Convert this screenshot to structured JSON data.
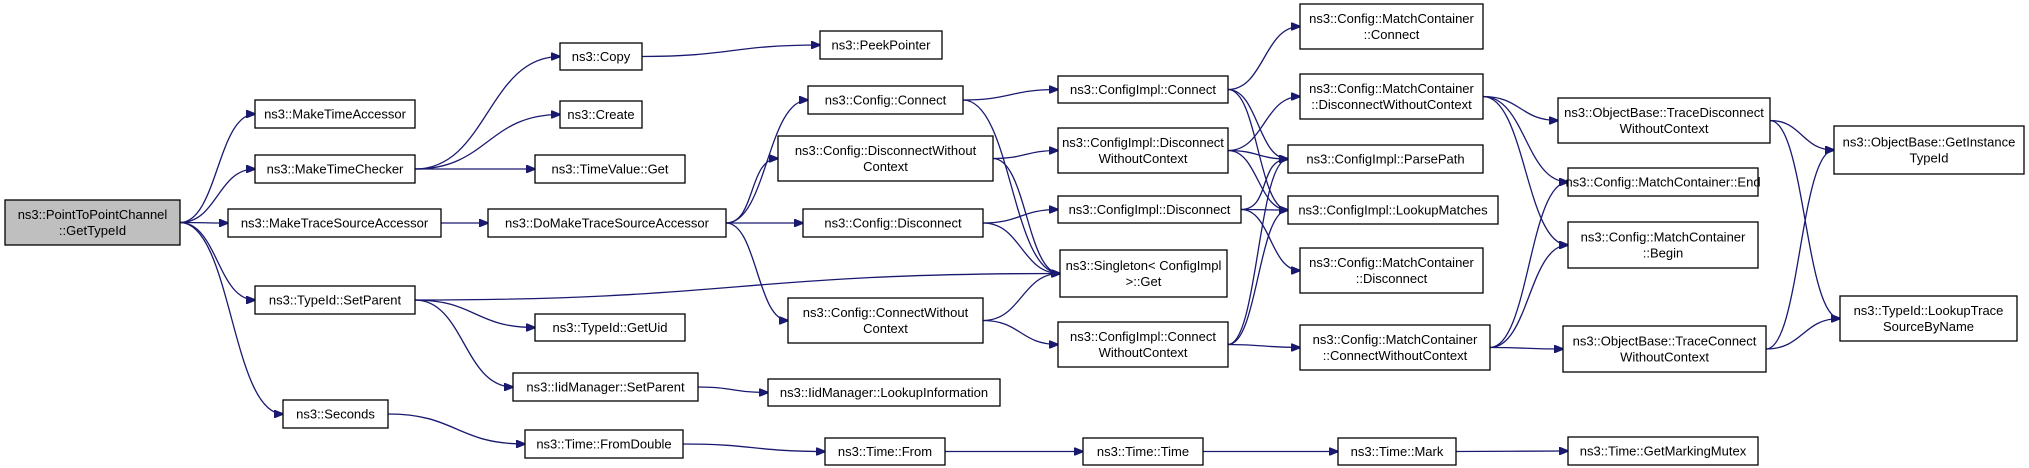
{
  "diagram": {
    "nodes": [
      {
        "id": "root",
        "lines": [
          "ns3::PointToPointChannel",
          "::GetTypeId"
        ],
        "current": true
      },
      {
        "id": "mta",
        "lines": [
          "ns3::MakeTimeAccessor"
        ]
      },
      {
        "id": "mtc",
        "lines": [
          "ns3::MakeTimeChecker"
        ]
      },
      {
        "id": "mtsa",
        "lines": [
          "ns3::MakeTraceSourceAccessor"
        ]
      },
      {
        "id": "tsp",
        "lines": [
          "ns3::TypeId::SetParent"
        ]
      },
      {
        "id": "sec",
        "lines": [
          "ns3::Seconds"
        ]
      },
      {
        "id": "copy",
        "lines": [
          "ns3::Copy"
        ]
      },
      {
        "id": "create",
        "lines": [
          "ns3::Create"
        ]
      },
      {
        "id": "tvget",
        "lines": [
          "ns3::TimeValue::Get"
        ]
      },
      {
        "id": "domtsa",
        "lines": [
          "ns3::DoMakeTraceSourceAccessor"
        ]
      },
      {
        "id": "getuid",
        "lines": [
          "ns3::TypeId::GetUid"
        ]
      },
      {
        "id": "iidsp",
        "lines": [
          "ns3::IidManager::SetParent"
        ]
      },
      {
        "id": "fromdouble",
        "lines": [
          "ns3::Time::FromDouble"
        ]
      },
      {
        "id": "peek",
        "lines": [
          "ns3::PeekPointer"
        ]
      },
      {
        "id": "cconnect",
        "lines": [
          "ns3::Config::Connect"
        ]
      },
      {
        "id": "cdwc",
        "lines": [
          "ns3::Config::DisconnectWithout",
          "Context"
        ]
      },
      {
        "id": "cdisc",
        "lines": [
          "ns3::Config::Disconnect"
        ]
      },
      {
        "id": "ccwc",
        "lines": [
          "ns3::Config::ConnectWithout",
          "Context"
        ]
      },
      {
        "id": "iidlookup",
        "lines": [
          "ns3::IidManager::LookupInformation"
        ]
      },
      {
        "id": "tfrom",
        "lines": [
          "ns3::Time::From"
        ]
      },
      {
        "id": "ciconnect",
        "lines": [
          "ns3::ConfigImpl::Connect"
        ]
      },
      {
        "id": "cidwc",
        "lines": [
          "ns3::ConfigImpl::Disconnect",
          "WithoutContext"
        ]
      },
      {
        "id": "cidisc",
        "lines": [
          "ns3::ConfigImpl::Disconnect"
        ]
      },
      {
        "id": "singleton",
        "lines": [
          "ns3::Singleton< ConfigImpl",
          " >::Get"
        ]
      },
      {
        "id": "cicwc",
        "lines": [
          "ns3::ConfigImpl::Connect",
          "WithoutContext"
        ]
      },
      {
        "id": "ttime",
        "lines": [
          "ns3::Time::Time"
        ]
      },
      {
        "id": "cmcconnect",
        "lines": [
          "ns3::Config::MatchContainer",
          "::Connect"
        ]
      },
      {
        "id": "cmcdwc",
        "lines": [
          "ns3::Config::MatchContainer",
          "::DisconnectWithoutContext"
        ]
      },
      {
        "id": "parsepath",
        "lines": [
          "ns3::ConfigImpl::ParsePath"
        ]
      },
      {
        "id": "lookupmatches",
        "lines": [
          "ns3::ConfigImpl::LookupMatches"
        ]
      },
      {
        "id": "cmcdisc",
        "lines": [
          "ns3::Config::MatchContainer",
          "::Disconnect"
        ]
      },
      {
        "id": "cmccwc",
        "lines": [
          "ns3::Config::MatchContainer",
          "::ConnectWithoutContext"
        ]
      },
      {
        "id": "tmark",
        "lines": [
          "ns3::Time::Mark"
        ]
      },
      {
        "id": "obtdwc",
        "lines": [
          "ns3::ObjectBase::TraceDisconnect",
          "WithoutContext"
        ]
      },
      {
        "id": "cmcend",
        "lines": [
          "ns3::Config::MatchContainer::End"
        ]
      },
      {
        "id": "cmcbegin",
        "lines": [
          "ns3::Config::MatchContainer",
          "::Begin"
        ]
      },
      {
        "id": "obtcwc",
        "lines": [
          "ns3::ObjectBase::TraceConnect",
          "WithoutContext"
        ]
      },
      {
        "id": "gmm",
        "lines": [
          "ns3::Time::GetMarkingMutex"
        ]
      },
      {
        "id": "obgit",
        "lines": [
          "ns3::ObjectBase::GetInstance",
          "TypeId"
        ]
      },
      {
        "id": "tidlts",
        "lines": [
          "ns3::TypeId::LookupTrace",
          "SourceByName"
        ]
      }
    ]
  }
}
